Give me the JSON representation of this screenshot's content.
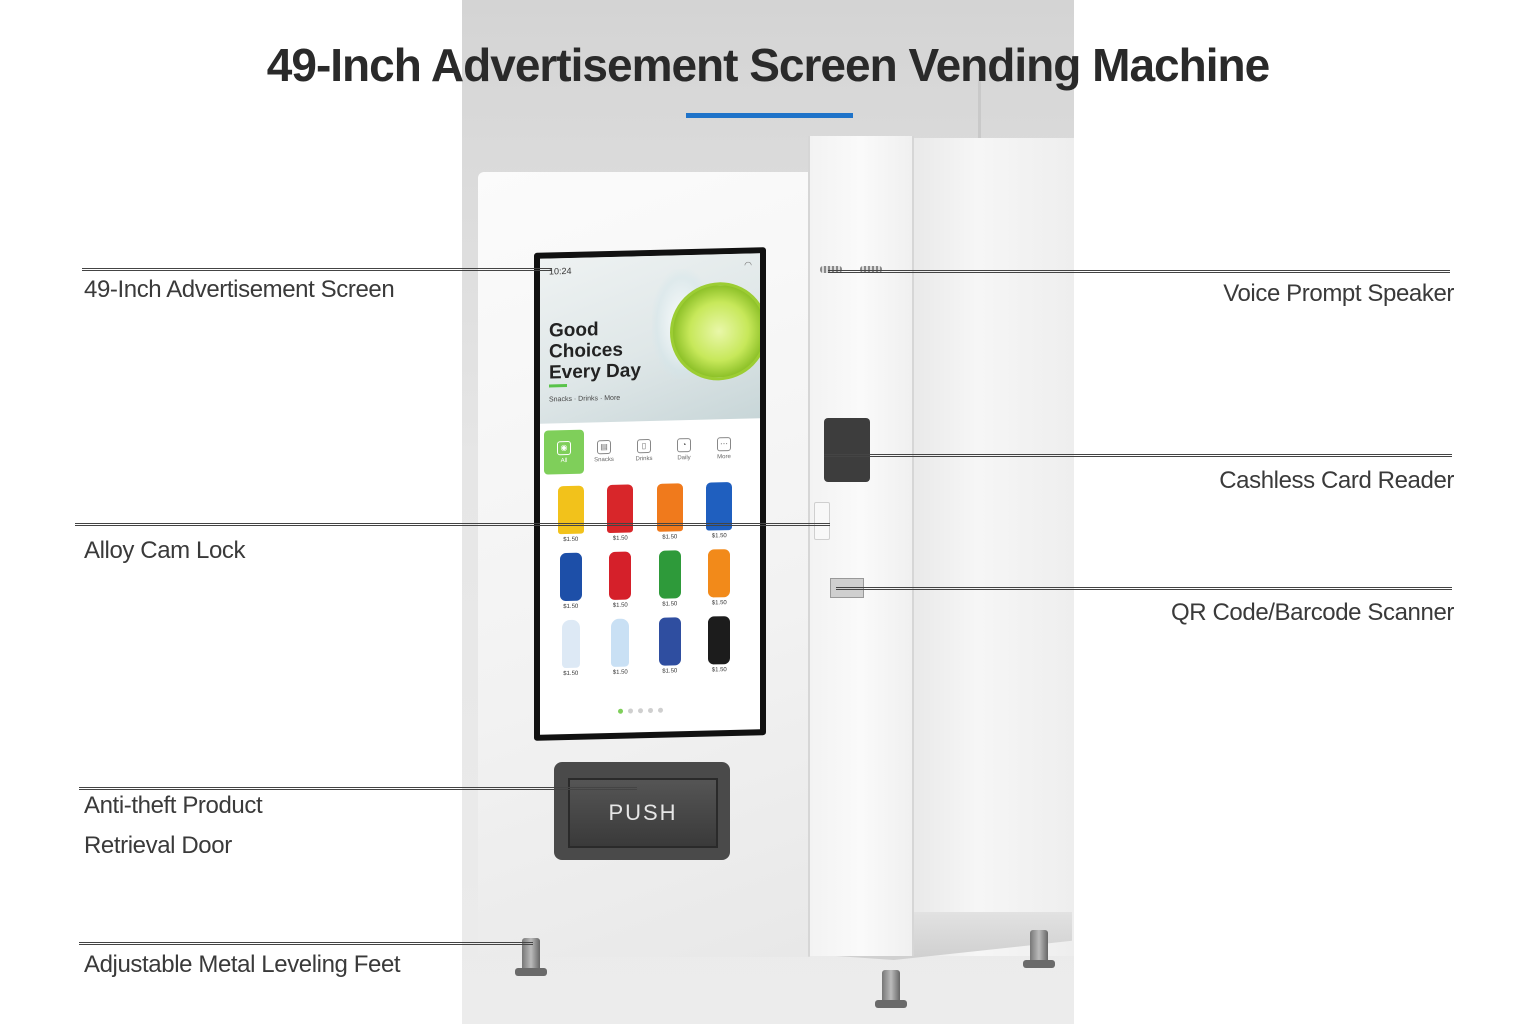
{
  "title": "49-Inch Advertisement Screen Vending Machine",
  "accent_color": "#1f73c9",
  "callouts": {
    "screen": "49-Inch Advertisement Screen",
    "speaker": "Voice Prompt Speaker",
    "card_reader": "Cashless Card Reader",
    "cam_lock": "Alloy Cam Lock",
    "scanner": "QR Code/Barcode Scanner",
    "door_line1": "Anti-theft Product",
    "door_line2": "Retrieval Door",
    "feet": "Adjustable Metal Leveling Feet"
  },
  "machine": {
    "push_label": "PUSH",
    "screen_ui": {
      "time": "10:24",
      "wifi_icon": "wifi-icon",
      "hero_title_1": "Good",
      "hero_title_2": "Choices",
      "hero_title_3": "Every Day",
      "hero_subtitle": "Snacks · Drinks · More",
      "categories": [
        "All",
        "Snacks",
        "Drinks",
        "Daily",
        "More"
      ],
      "products": [
        {
          "price": "$1.50",
          "kind": "bag",
          "color": "#f2c21b"
        },
        {
          "price": "$1.50",
          "kind": "bag",
          "color": "#d8262a"
        },
        {
          "price": "$1.50",
          "kind": "bag",
          "color": "#f07a1c"
        },
        {
          "price": "$1.50",
          "kind": "bag",
          "color": "#1f5fbf"
        },
        {
          "price": "$1.50",
          "kind": "can",
          "color": "#1d4fa8"
        },
        {
          "price": "$1.50",
          "kind": "can",
          "color": "#d5202a"
        },
        {
          "price": "$1.50",
          "kind": "can",
          "color": "#2e9a3a"
        },
        {
          "price": "$1.50",
          "kind": "can",
          "color": "#f28a1a"
        },
        {
          "price": "$1.50",
          "kind": "bottle",
          "color": "#dde9f5"
        },
        {
          "price": "$1.50",
          "kind": "bottle",
          "color": "#c9e0f4"
        },
        {
          "price": "$1.50",
          "kind": "can",
          "color": "#2f4ea0"
        },
        {
          "price": "$1.50",
          "kind": "can",
          "color": "#1c1c1c"
        }
      ],
      "page_count": 5,
      "active_page": 1
    }
  }
}
